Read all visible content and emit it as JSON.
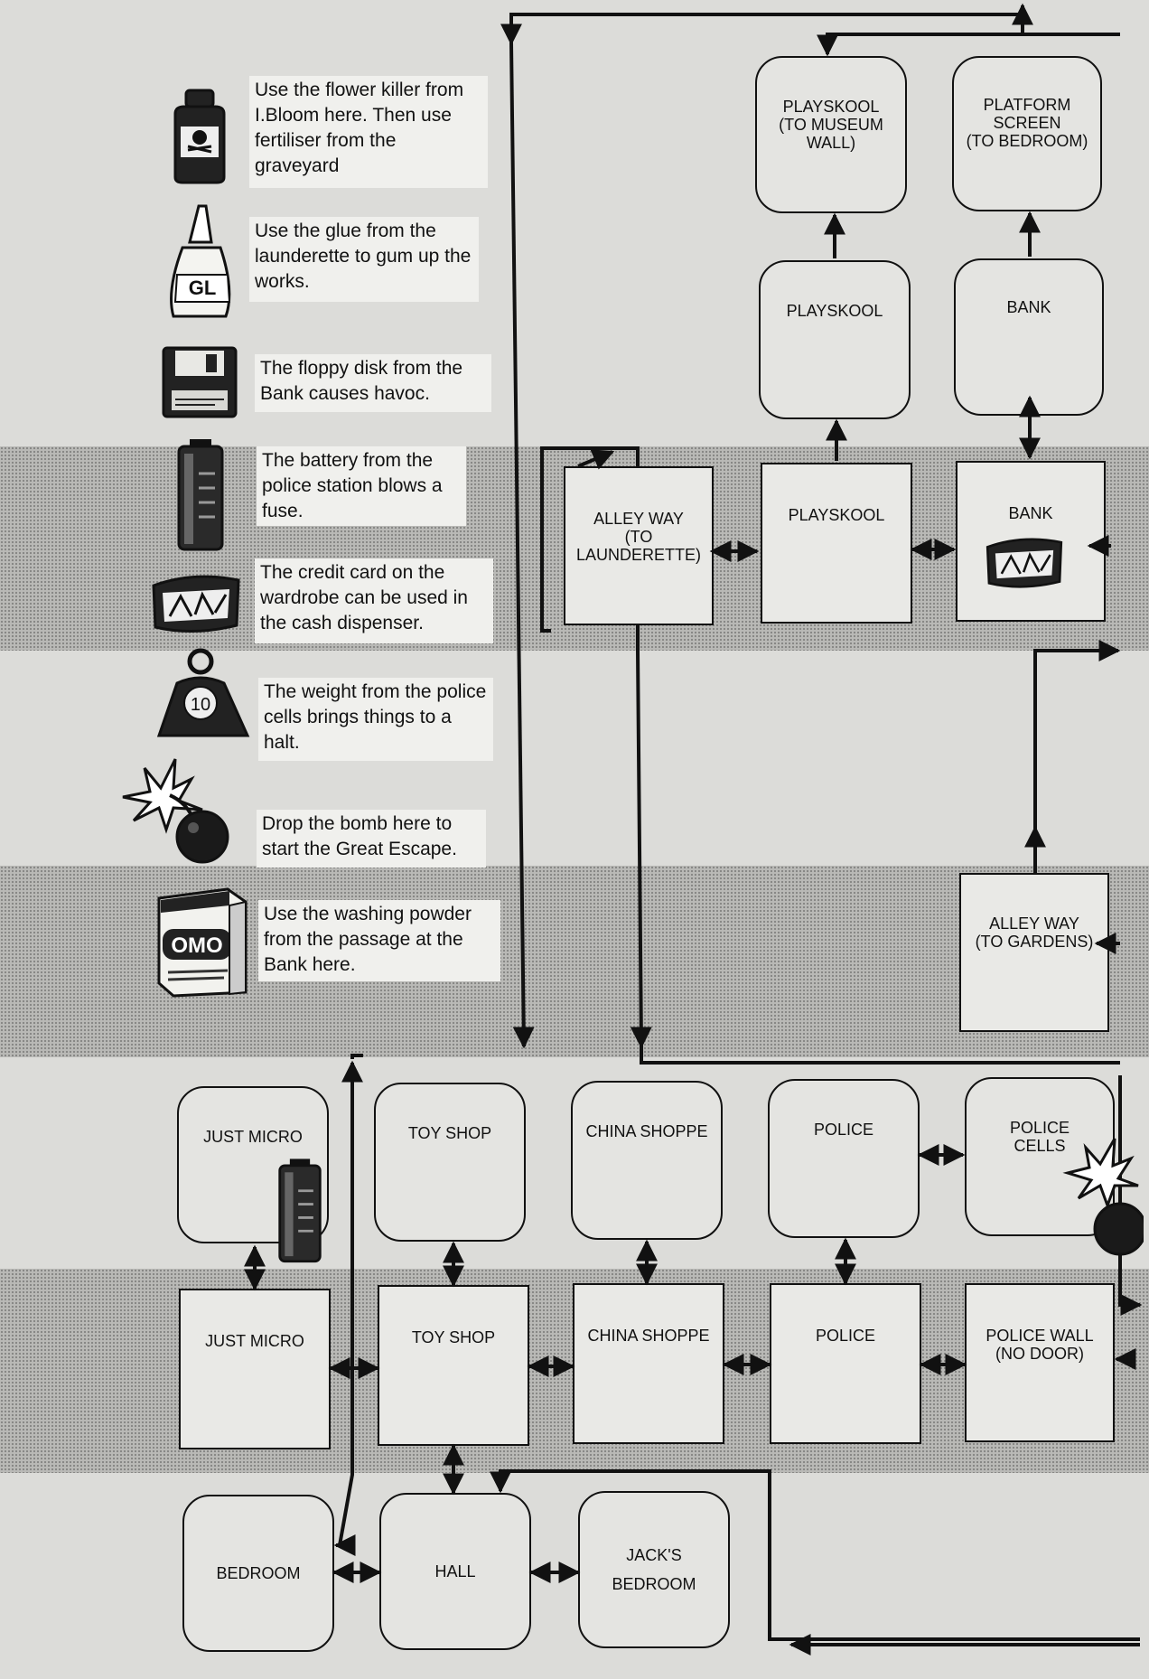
{
  "notes": [
    {
      "id": "flower-killer",
      "icon": "poison-bottle-icon",
      "text": "Use the flower killer from I.Bloom here. Then use fertiliser  from the graveyard"
    },
    {
      "id": "glue",
      "icon": "glue-tube-icon",
      "text": "Use the glue from the launderette to gum up the works."
    },
    {
      "id": "floppy",
      "icon": "floppy-disk-icon",
      "text": "The floppy disk from the Bank causes havoc."
    },
    {
      "id": "battery",
      "icon": "battery-icon",
      "text": "The battery from the police station blows a fuse."
    },
    {
      "id": "credit-card",
      "icon": "credit-card-icon",
      "text": "The credit card on the wardrobe can be used in the cash dispenser."
    },
    {
      "id": "weight",
      "icon": "weight-icon",
      "text": "The weight from the police cells brings things to a halt."
    },
    {
      "id": "bomb",
      "icon": "bomb-icon",
      "text": "Drop the bomb here to start the Great Escape."
    },
    {
      "id": "washing-powder",
      "icon": "washing-powder-icon",
      "text": "Use the washing powder from the passage at the Bank here."
    }
  ],
  "icon_labels": {
    "glue": "GL",
    "weight": "10",
    "omo": "OMO"
  },
  "rooms": {
    "playskool_museum": "PLAYSKOOL\n(TO MUSEUM\nWALL)",
    "platform_screen": "PLATFORM\nSCREEN\n(TO BEDROOM)",
    "playskool_upper": "PLAYSKOOL",
    "bank_upper": "BANK",
    "alley_launderette": "ALLEY WAY\n(TO\nLAUNDERETTE)",
    "playskool_street": "PLAYSKOOL",
    "bank_street": "BANK",
    "alley_gardens": "ALLEY WAY\n(TO GARDENS)",
    "just_micro_upper": "JUST MICRO",
    "toy_shop_upper": "TOY SHOP",
    "china_upper": "CHINA SHOPPE",
    "police_upper": "POLICE",
    "police_cells": "POLICE\nCELLS",
    "just_micro_street": "JUST MICRO",
    "toy_shop_street": "TOY SHOP",
    "china_street": "CHINA SHOPPE",
    "police_street": "POLICE",
    "police_wall": "POLICE WALL\n(NO DOOR)",
    "bedroom": "BEDROOM",
    "hall": "HALL",
    "jacks_bedroom": "JACK'S\nBEDROOM"
  },
  "colors": {
    "band_light": "#dcdcd9",
    "band_dark": "#b9b9b6",
    "ink": "#111111",
    "room_fill": "#e6e6e3",
    "note_fill": "#f0f0ed"
  }
}
